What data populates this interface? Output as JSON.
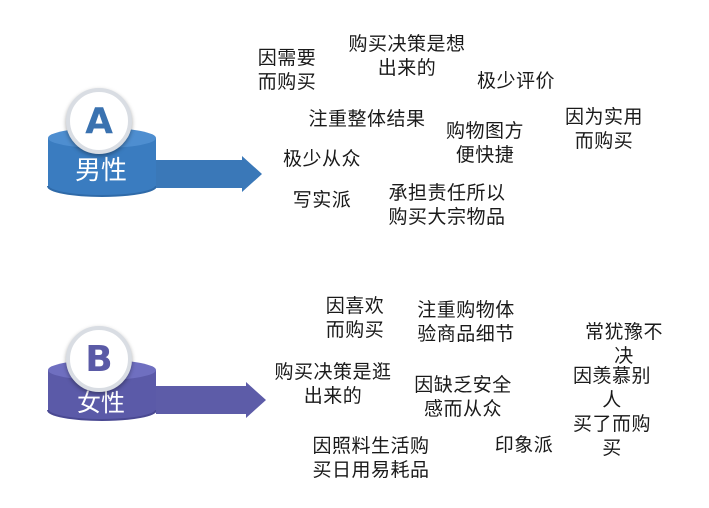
{
  "groups": [
    {
      "badge_letter": "A",
      "label": "男性",
      "colors": {
        "top": "#4e8ed0",
        "side": "#3a7cc0",
        "dark": "#2f6aa8",
        "arrow": "#3a78b8",
        "letter": "#3a72b0"
      },
      "traits": [
        "因需要\n而购买",
        "购买决策是想\n出来的",
        "极少评价",
        "注重整体结果",
        "购物图方\n便快捷",
        "因为实用\n而购买",
        "极少从众",
        "写实派",
        "承担责任所以\n购买大宗物品"
      ]
    },
    {
      "badge_letter": "B",
      "label": "女性",
      "colors": {
        "top": "#6f6fc0",
        "side": "#5b5aa8",
        "dark": "#4a4992",
        "arrow": "#5d5ca8",
        "letter": "#5a5aa6"
      },
      "traits": [
        "因喜欢\n而购买",
        "注重购物体\n验商品细节",
        "常犹豫不决",
        "购买决策是逛\n出来的",
        "因缺乏安全\n感而从众",
        "因羡慕别人\n买了而购买",
        "因照料生活购\n买日用易耗品",
        "印象派"
      ]
    }
  ]
}
